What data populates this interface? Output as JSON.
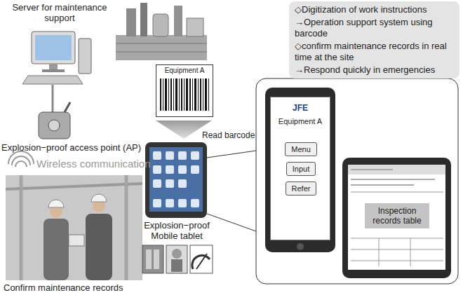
{
  "diagram": {
    "nodes": [
      {
        "text": [
          "◇Digitization of work instructions",
          "→Operation support system using barcode",
          "◇confirm maintenance records in real time at the site",
          "→Respond quickly in emergencies"
        ]
      },
      {
        "text": [
          "Equipment A"
        ]
      },
      {
        "text": [
          "JFE",
          "Equipment A"
        ]
      },
      {
        "text": [
          "Menu"
        ],
        "in": 2
      },
      {
        "text": [
          "Input"
        ],
        "in": 2
      },
      {
        "text": [
          "Refer"
        ],
        "in": 2
      },
      {
        "text": [
          "Inspection records table"
        ]
      }
    ],
    "labels": [
      "Server for maintenance support",
      "Explosion−proof access point (AP)",
      "Wireless communication",
      "Confirm maintenance records",
      "Read barcode",
      "Explosion−proof Mobile tablet"
    ]
  }
}
